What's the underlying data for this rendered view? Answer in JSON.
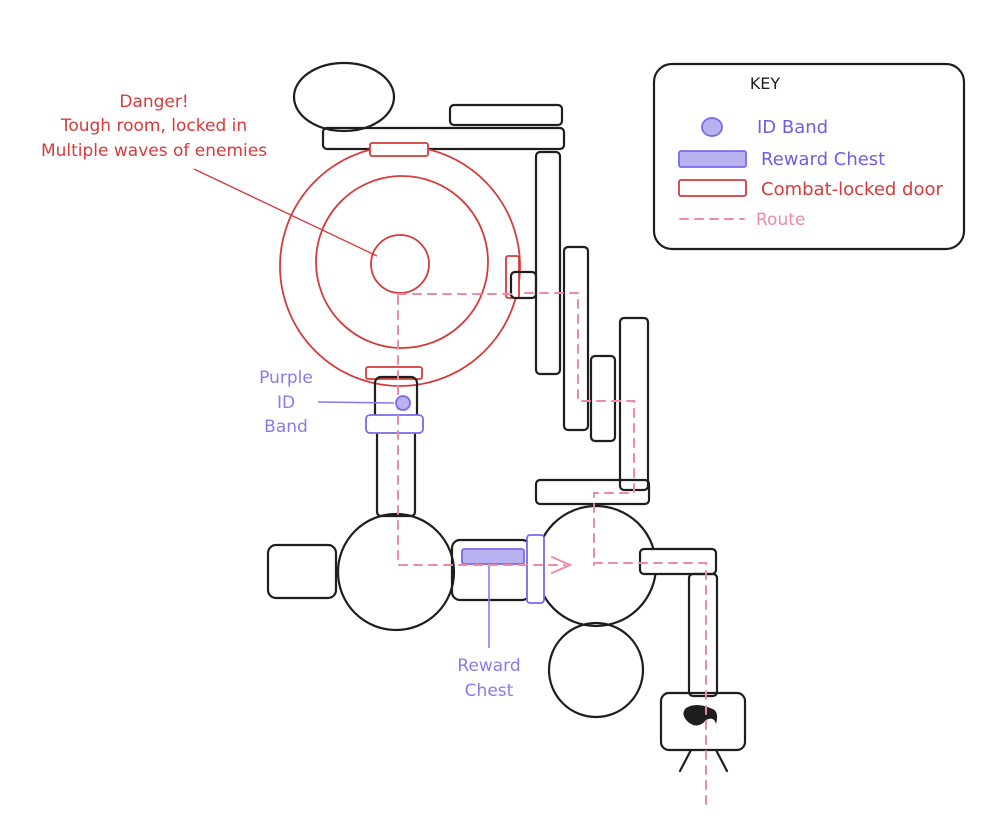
{
  "danger_note": {
    "lines": [
      "Danger!",
      "Tough room, locked in",
      "Multiple waves of enemies"
    ],
    "color": "#d63a3a"
  },
  "labels": {
    "id_band": [
      "Purple",
      "ID",
      "Band"
    ],
    "reward_chest": [
      "Reward",
      "Chest"
    ]
  },
  "key": {
    "title": "KEY",
    "items": [
      {
        "label": "ID Band",
        "icon": "id-band-icon",
        "color": "#6f5fe0"
      },
      {
        "label": "Reward Chest",
        "icon": "reward-chest-icon",
        "color": "#6f5fe0"
      },
      {
        "label": "Combat-locked door",
        "icon": "combat-locked-door-icon",
        "color": "#d63a3a"
      },
      {
        "label": "Route",
        "icon": "route-icon",
        "color": "#ec8aa8"
      }
    ]
  },
  "colors": {
    "ink": "#1e1e1e",
    "combat": "#d63a3a",
    "purple": "#8a7bea",
    "route": "#ec8aa8"
  }
}
